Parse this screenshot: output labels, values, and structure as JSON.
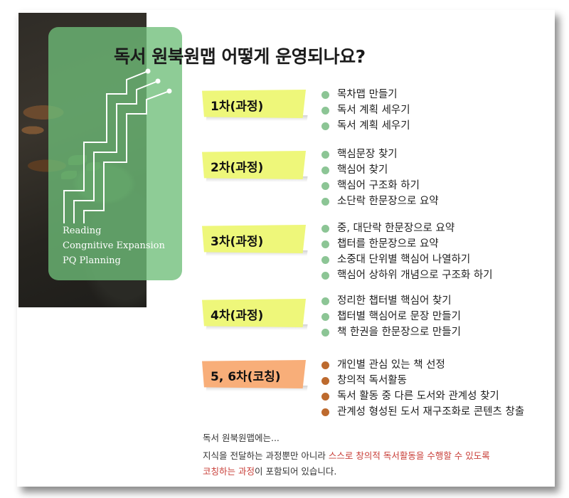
{
  "title": "독서 원북원맵 어떻게 운영되나요?",
  "panel_lines": [
    "Reading",
    "Congnitive Expansion",
    "PQ Planning"
  ],
  "stages": [
    {
      "label": "1차(과정)",
      "color": "#eef77a",
      "items": [
        "목차맵 만들기",
        "독서 계획 세우기",
        "독서 계획 세우기"
      ]
    },
    {
      "label": "2차(과정)",
      "color": "#eef77a",
      "items": [
        "핵심문장 찾기",
        "핵심어 찾기",
        "핵심어 구조화 하기",
        "소단락 한문장으로 요약"
      ]
    },
    {
      "label": "3차(과정)",
      "color": "#eef77a",
      "items": [
        "중, 대단락 한문장으로 요약",
        "챕터를 한문장으로 요약",
        "소중대 단위별 핵심어 나열하기",
        "핵심어 상하위 개념으로 구조화 하기"
      ]
    },
    {
      "label": "4차(과정)",
      "color": "#eef77a",
      "items": [
        "정리한 챕터별 핵심어 찾기",
        "챕터별 핵심어로 문장 만들기",
        "책 한권을 한문장으로 만들기"
      ]
    },
    {
      "label": "5, 6차(코칭)",
      "color": "#f8ae79",
      "items": [
        "개인별 관심 있는 책 선정",
        "창의적 독서활동",
        "독서 활동 중 다른 도서와 관계성 찾기",
        "관계성 형성된 도서 재구조화로 콘텐츠 창출"
      ]
    }
  ],
  "bullet_colors": {
    "process": "#8cc595",
    "coaching": "#bd6a2e"
  },
  "note": {
    "title": "독서 원북원맵에는...",
    "line1_plain": "지식을 전달하는 과정뿐만 아니라 ",
    "line1_red": "스스로 창의적 독서활동을 수행할 수 있도록",
    "line2_red": "코칭하는 과정",
    "line2_plain": "이 포함되어 있습니다."
  }
}
